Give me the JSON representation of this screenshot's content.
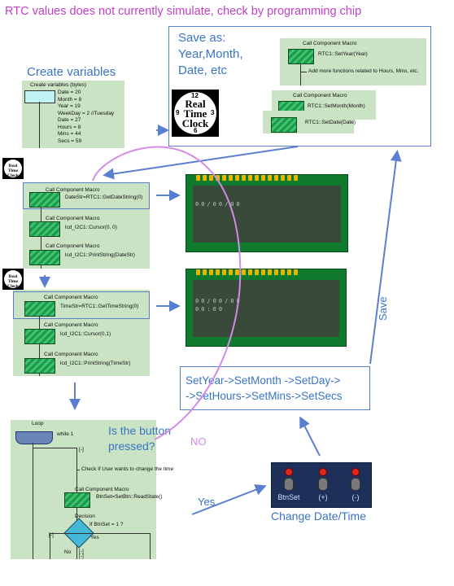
{
  "header": "RTC values does not currently simulate, check by programming chip",
  "create_variables": {
    "title": "Create variables",
    "block_title": "Create variables (bytes)",
    "vars": [
      "Date = 20",
      "Month = 8",
      "Year = 19",
      "WeekDay = 2 //Tuesday",
      "Date = 27",
      "Hours = 8",
      "Mins = 44",
      "Secs = 59"
    ]
  },
  "save_box": {
    "title_lines": [
      "Save as:",
      "Year,Month,",
      "Date, etc"
    ],
    "macro_title": "Call Component Macro",
    "call_year": "RTC1::SetYear(Year)",
    "comment": "Add more functions related to Hours, Mins, etc.",
    "call_month": "RTC1::SetMonth(Month)",
    "call_date": "RTC1::SetDate(Date)"
  },
  "rtc_clock": {
    "n12": "12",
    "n3": "3",
    "n6": "6",
    "n9": "9",
    "words": [
      "Real",
      "Time",
      "Clock"
    ]
  },
  "small_clock": {
    "words": [
      "Real",
      "Time",
      "Clock"
    ]
  },
  "flow1": {
    "macro_title": "Call Component Macro",
    "call1": "DateStr=RTC1::GetDateString(0)",
    "call2": "lcd_I2C1::Cursor(0, 0)",
    "call3": "lcd_I2C1::PrintString(DateStr)"
  },
  "flow2": {
    "macro_title": "Call Component Macro",
    "call1": "TimeStr=RTC1::GetTimeString(0)",
    "call2": "lcd_I2C1::Cursor(0,1)",
    "call3": "lcd_I2C1::PrintString(TimeStr)"
  },
  "lcd1": {
    "row1": "00/00/00"
  },
  "lcd2": {
    "row1": "00/00/00",
    "row2": "00:00"
  },
  "loop_block": {
    "loop": "Loop",
    "while": "while 1",
    "bracket1": "[-]",
    "comment": "Check if User wants to change the time",
    "macro_title": "Call Component Macro",
    "call": "BtnSet=SetBtn::ReadState()",
    "decision": "Decision",
    "condition": "If BtnSet = 1 ?",
    "yes": "Yes",
    "no": "No",
    "bracket2": "[-]",
    "bracket3": "[-]",
    "bracket4": "[-]"
  },
  "question": [
    "Is the button",
    "pressed?"
  ],
  "label_no": "NO",
  "label_yes": "Yes",
  "label_save": "Save",
  "sequence": [
    "SetYear->SetMonth ->SetDay->",
    "->SetHours->SetMins->SetSecs"
  ],
  "buttons": [
    "BtnSet",
    "(+)",
    "(-)"
  ],
  "button_caption": "Change Date/Time",
  "colors": {
    "header": "#c03fc8",
    "blue": "#3a74c4",
    "arrow": "#5b7fd0",
    "pink": "#d38be8",
    "flow_bg": "#c9e3c4"
  }
}
